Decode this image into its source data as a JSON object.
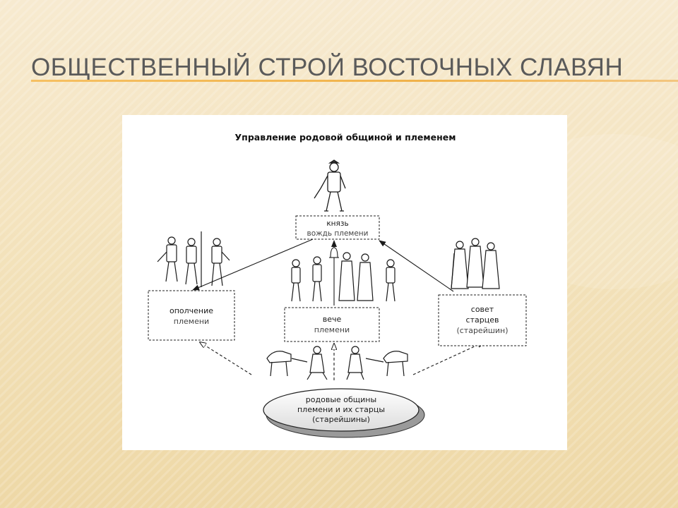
{
  "slide": {
    "title": "ОБЩЕСТВЕННЫЙ СТРОЙ ВОСТОЧНЫХ СЛАВЯН",
    "accent_color": "#f0b24a",
    "title_color": "#5a5a5a"
  },
  "diagram": {
    "title": "Управление родовой общиной и племенем",
    "nodes": {
      "prince": {
        "line1": "князь",
        "line2": "вождь племени"
      },
      "militia": {
        "line1": "ополчение",
        "line2": "племени"
      },
      "veche": {
        "line1": "вече",
        "line2": "племени"
      },
      "council": {
        "line1": "совет",
        "line2": "старцев",
        "line3": "(старейшин)"
      },
      "communities": {
        "line1": "родовые общины",
        "line2": "племени и их старцы",
        "line3": "(старейшины)"
      }
    }
  }
}
